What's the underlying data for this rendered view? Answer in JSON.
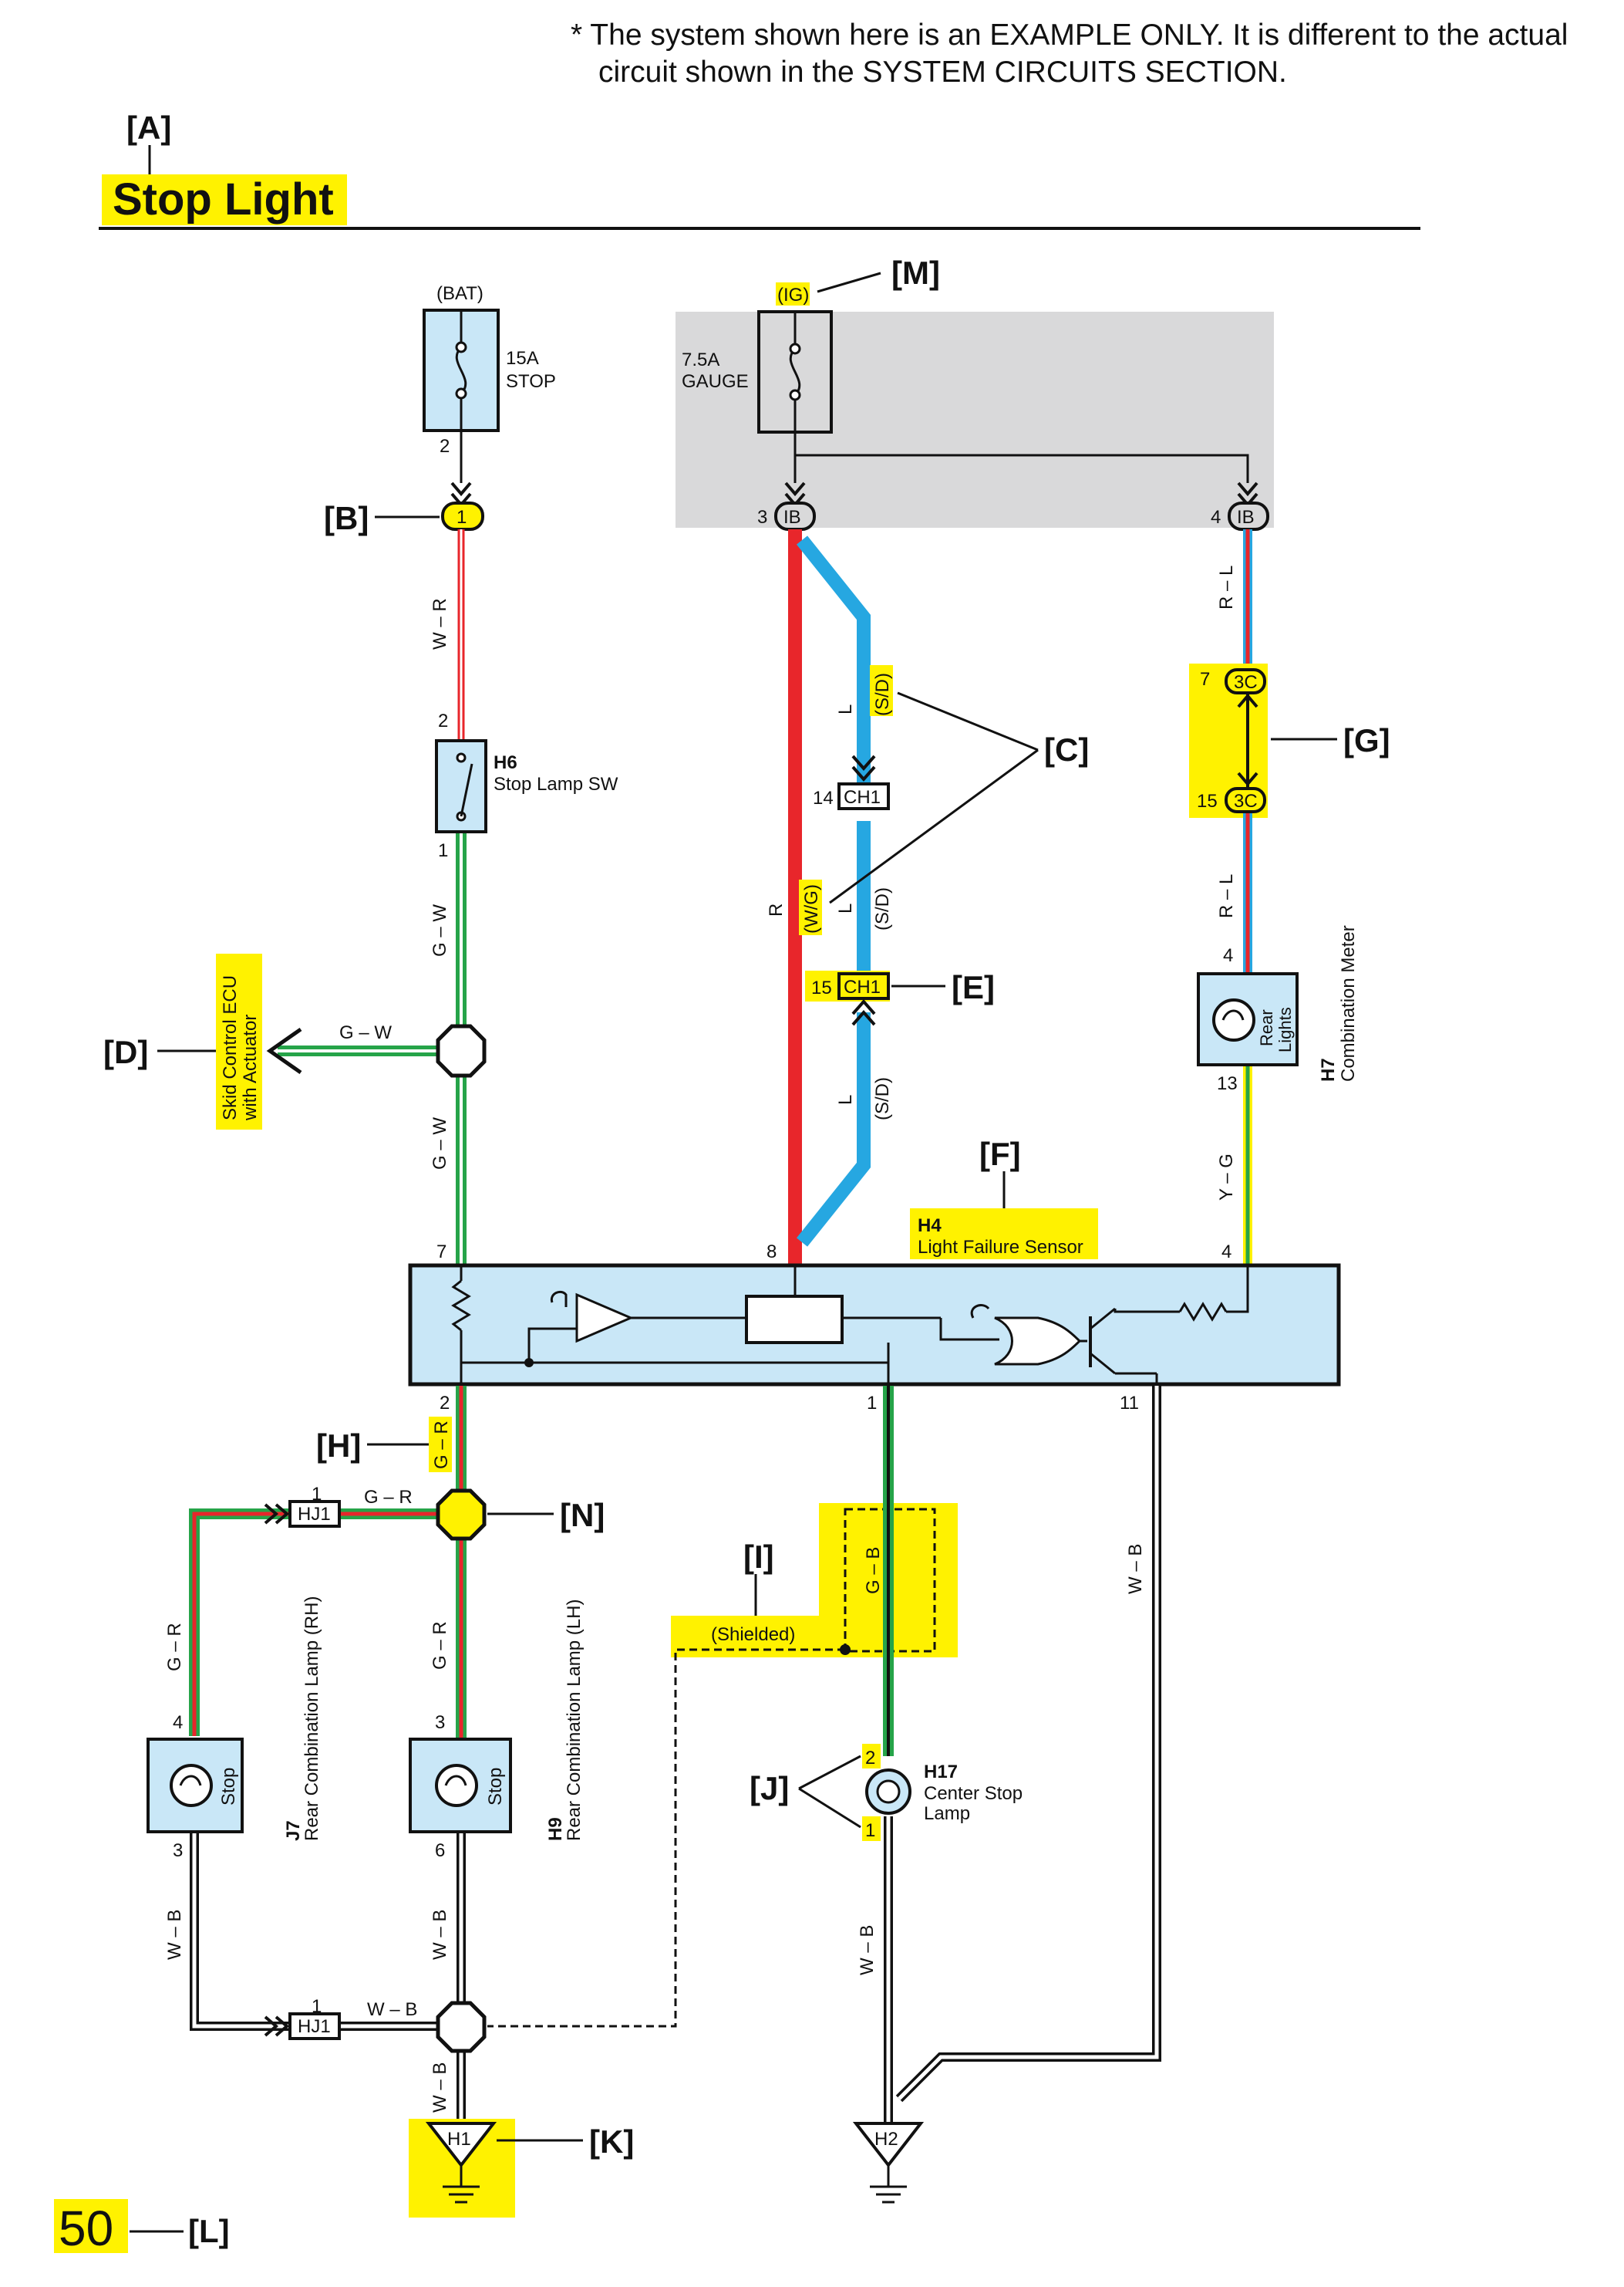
{
  "header": {
    "note_line1": "* The system shown here is an EXAMPLE ONLY. It is different to the actual",
    "note_line2": "circuit shown in the SYSTEM CIRCUITS SECTION."
  },
  "title": {
    "ref": "[A]",
    "text": "Stop Light"
  },
  "refs": {
    "b": "[B]",
    "c": "[C]",
    "d": "[D]",
    "e": "[E]",
    "f": "[F]",
    "g": "[G]",
    "h": "[H]",
    "i": "[I]",
    "j": "[J]",
    "k": "[K]",
    "l": "[L]",
    "m": "[M]",
    "n": "[N]"
  },
  "fuses": {
    "stop": {
      "source": "(BAT)",
      "rating": "15A",
      "name": "STOP",
      "pin": "2"
    },
    "gauge": {
      "source": "(IG)",
      "rating": "7.5A",
      "name": "GAUGE"
    }
  },
  "connectors": {
    "b1": "1",
    "ib": "IB",
    "ib_pin3": "3",
    "ib_pin4": "4",
    "c3": "3C",
    "c3_pin7": "7",
    "c3_pin15": "15",
    "ch1": "CH1",
    "ch1_pin14": "14",
    "ch1_pin15": "15",
    "hj1": "HJ1",
    "hj1_pin_top": "1",
    "hj1_pin_bot": "1",
    "h1": "H1",
    "h2": "H2"
  },
  "components": {
    "h6": {
      "code": "H6",
      "name": "Stop Lamp SW",
      "pin_in": "2",
      "pin_out": "1"
    },
    "h7": {
      "code": "H7",
      "name": "Combination Meter",
      "bulb": "Rear Lights",
      "pin_in": "4",
      "pin_out": "13"
    },
    "h4": {
      "code": "H4",
      "name": "Light Failure Sensor",
      "pin7": "7",
      "pin8": "8",
      "pin4": "4",
      "pin2": "2",
      "pin1": "1",
      "pin11": "11"
    },
    "j7": {
      "code": "J7",
      "name": "Rear Combination Lamp (RH)",
      "bulb": "Stop",
      "pin_in": "4",
      "pin_out": "3"
    },
    "h9": {
      "code": "H9",
      "name": "Rear Combination Lamp (LH)",
      "bulb": "Stop",
      "pin_in": "3",
      "pin_out": "6"
    },
    "h17": {
      "code": "H17",
      "name_line1": "Center Stop",
      "name_line2": "Lamp",
      "pin_top": "2",
      "pin_bot": "1"
    },
    "skid": {
      "line1": "Skid Control ECU",
      "line2": "with Actuator"
    }
  },
  "wires": {
    "wr": "W – R",
    "gw": "G – W",
    "r": "R",
    "l": "L",
    "sd": "(S/D)",
    "wg": "(W/G)",
    "rl": "R – L",
    "yg": "Y – G",
    "gr": "G – R",
    "gb": "G – B",
    "wb": "W – B",
    "shielded": "(Shielded)"
  },
  "page": {
    "number": "50"
  },
  "colors": {
    "highlight": "#fff200",
    "component_fill": "#c9e7f7",
    "panel_gray": "#d9d9da",
    "wire_red": "#e8262b",
    "wire_blue": "#26a7e1",
    "wire_green": "#26a449"
  }
}
